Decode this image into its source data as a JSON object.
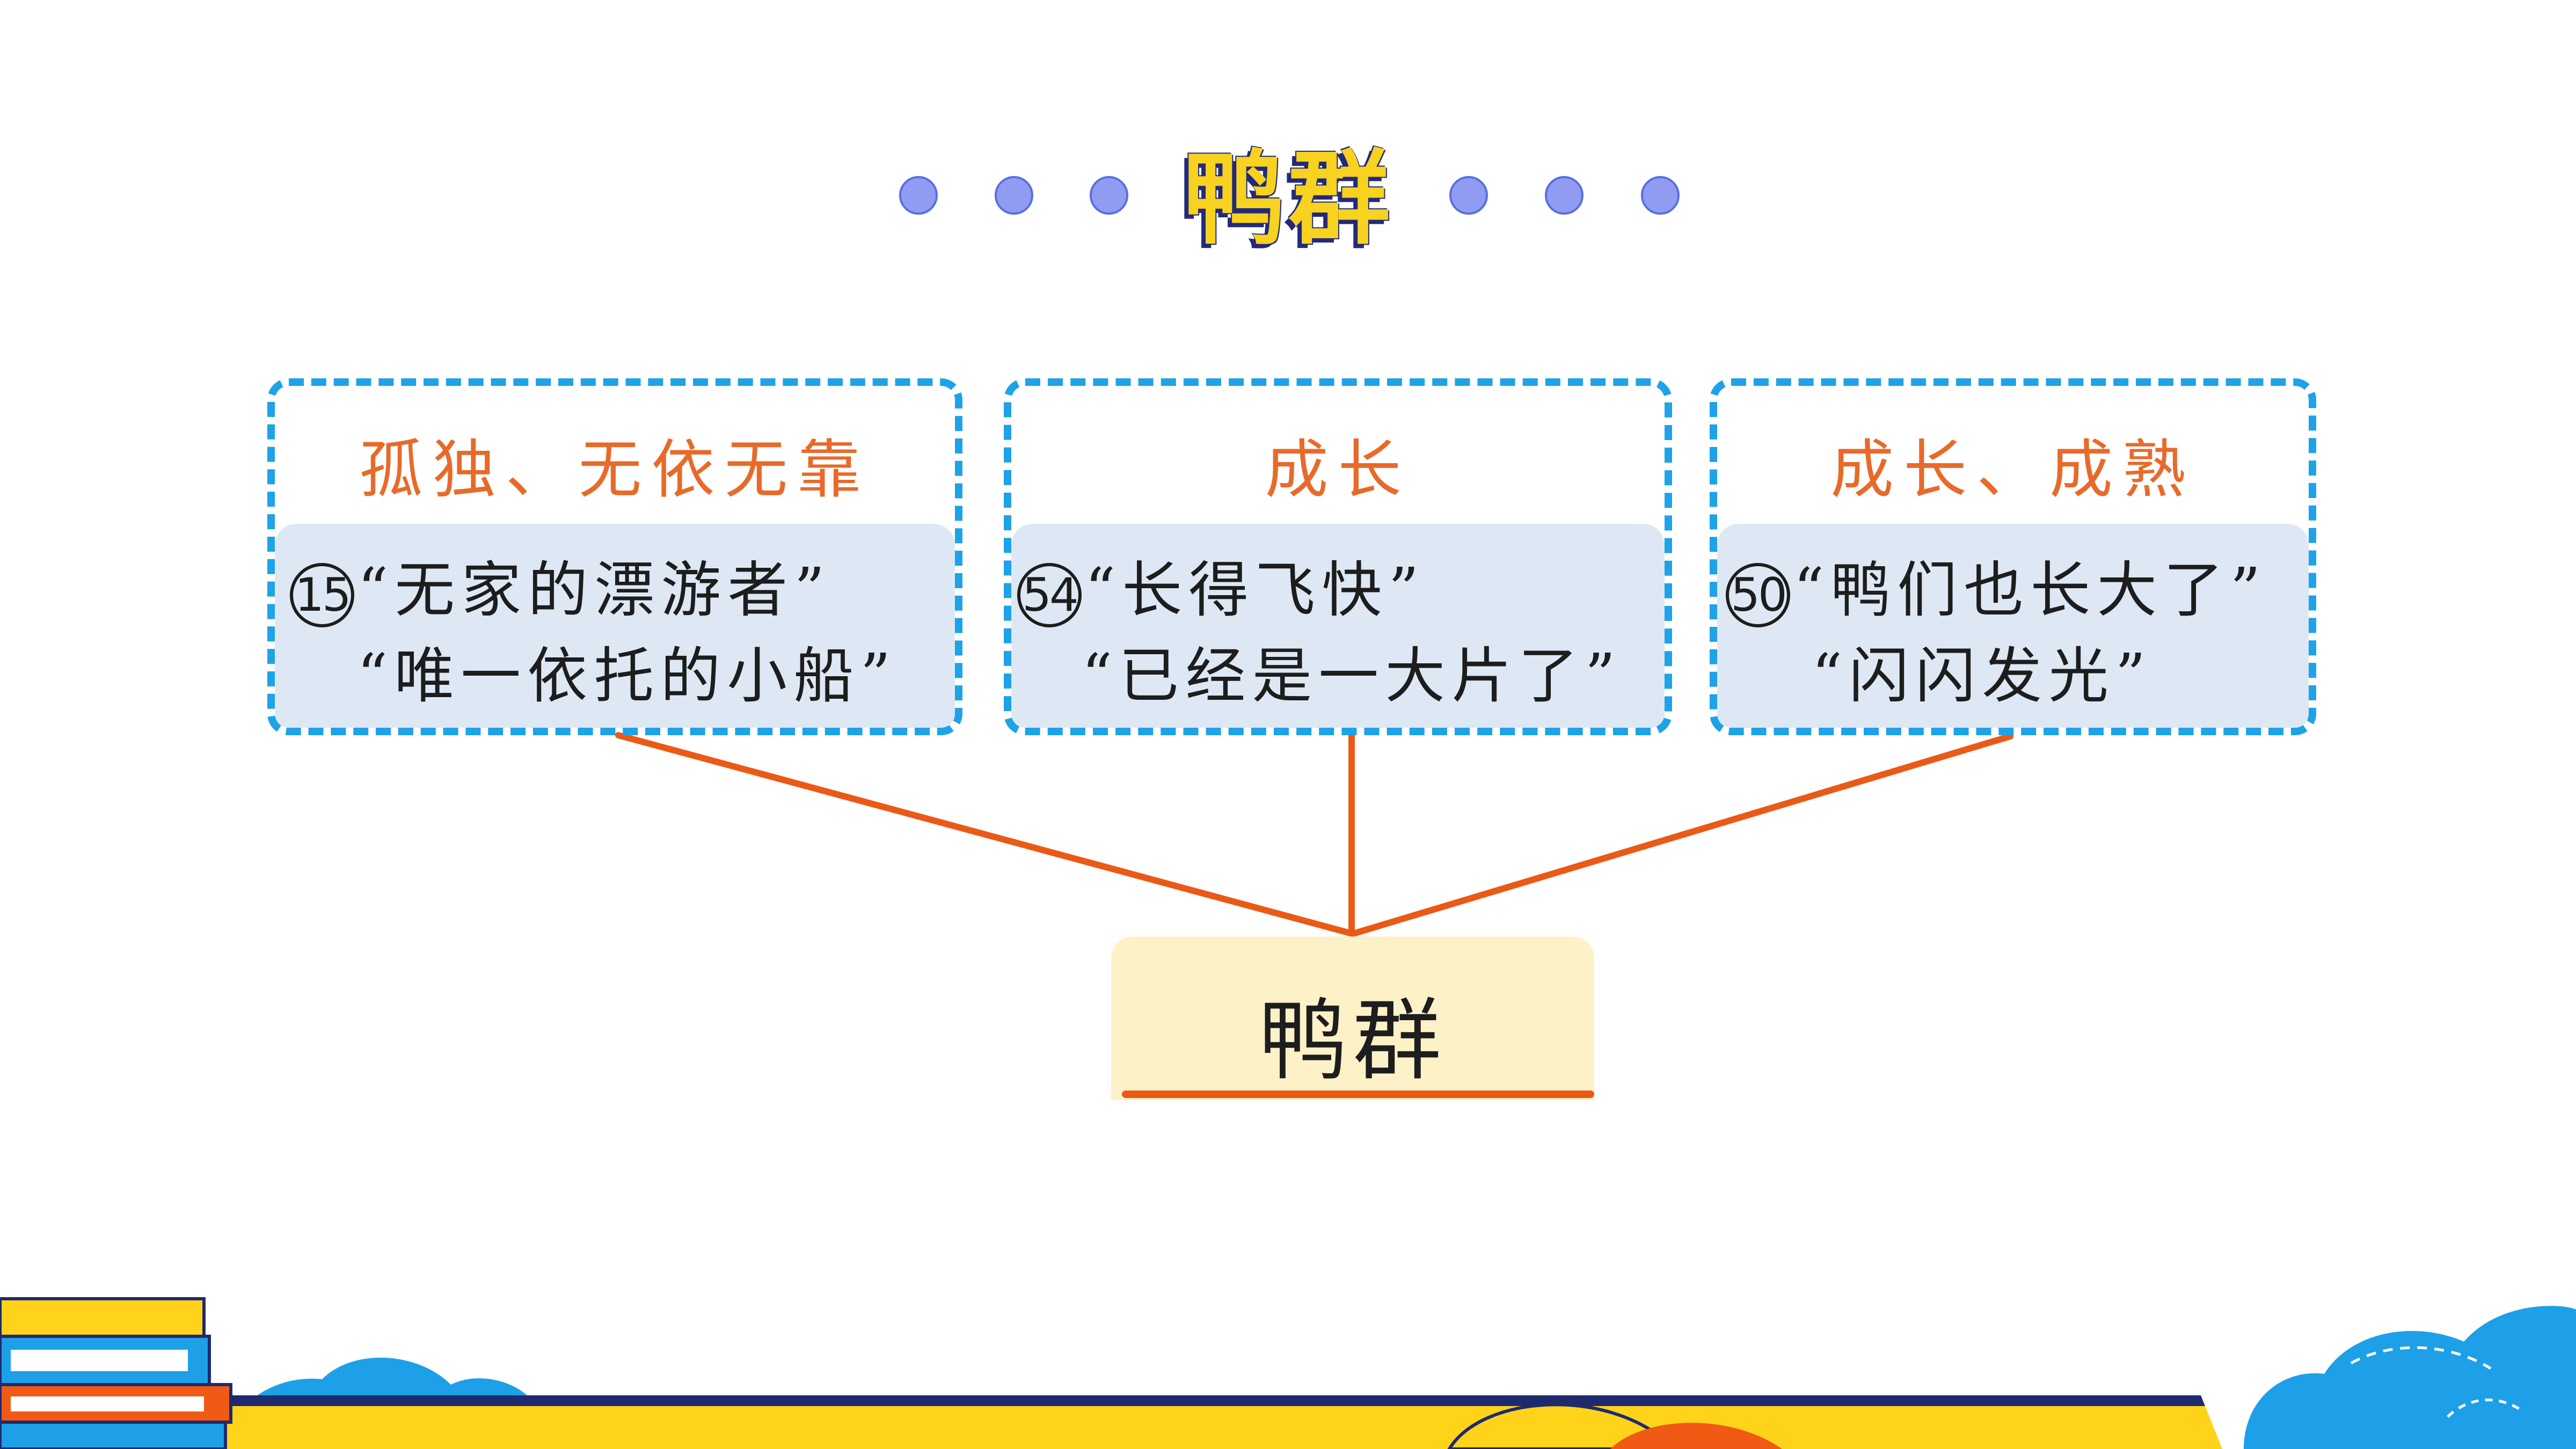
{
  "title": "鸭群",
  "center": {
    "label": "鸭群"
  },
  "cards": [
    {
      "heading": "孤独、无依无靠",
      "number": "15",
      "line1": "“无家的漂游者”",
      "line2": "“唯一依托的小船”"
    },
    {
      "heading": "成长",
      "number": "54",
      "line1": "“长得飞快”",
      "line2": "“已经是一大片了”"
    },
    {
      "heading": "成长、成熟",
      "number": "50",
      "line1": "“鸭们也长大了”",
      "line2": "“闪闪发光”"
    }
  ],
  "colors": {
    "accent": "#e86a2a",
    "dash_border": "#1ea2e8",
    "card_fill": "#dde8f4",
    "center_fill": "#fdf1c8",
    "dot": "#8f9cf2",
    "title_fill": "#f7d21e"
  }
}
